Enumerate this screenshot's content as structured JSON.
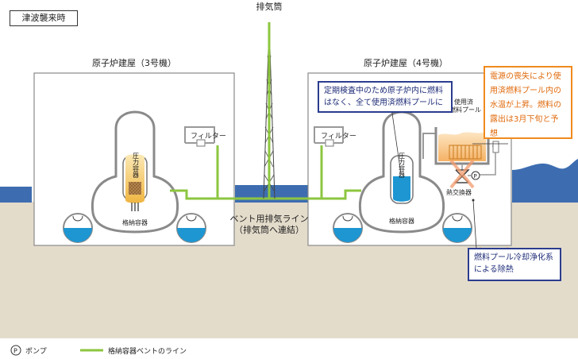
{
  "situation_label": "津波襲来時",
  "stack": {
    "label": "排気筒"
  },
  "unit3": {
    "building_label": "原子炉建屋（3号機）",
    "filter_label": "フィルター",
    "vessel_label": "圧力容器",
    "containment_label": "格納容器"
  },
  "unit4": {
    "building_label": "原子炉建屋（4号機）",
    "filter_label": "フィルター",
    "vessel_label": "圧力容器",
    "containment_label": "格納容器",
    "pool_label_line1": "使用済",
    "pool_label_line2": "燃料プール",
    "heat_exchanger_label": "熱交換器",
    "note_fuel": "定期検査中のため原子炉内に燃料はなく、全て使用済燃料プールに",
    "note_pool_temp": "電源の喪失により使用済燃料プール内の水温が上昇。燃料の露出は3月下旬と予想",
    "note_cooling": "燃料プール冷却浄化系による除熱"
  },
  "vent_line_label_line1": "ベント用排気ライン",
  "vent_line_label_line2": "（排気筒へ連結）",
  "legend": {
    "pump_symbol": "P",
    "pump_label": "ポンプ",
    "vent_line_label": "格納容器ベントのライン"
  },
  "colors": {
    "vent_line": "#8dc63f",
    "sea": "#3d6db0",
    "ground": "#e4dccb",
    "water": "#1d96d2",
    "fuel": "#f3c25a",
    "cross": "#f39a6b"
  }
}
